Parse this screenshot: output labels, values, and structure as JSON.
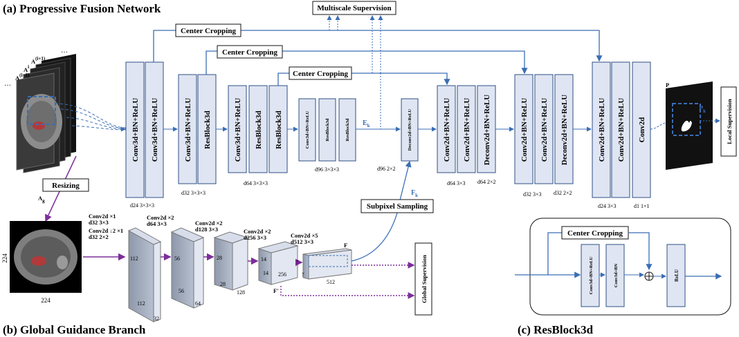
{
  "panels": {
    "a_title": "(a) Progressive Fusion Network",
    "b_title": "(b) Global Guidance Branch",
    "c_title": "(c) ResBlock3d"
  },
  "labels": {
    "multiscale": "Multiscale Supervision",
    "center_cropping": "Center Cropping",
    "resizing": "Resizing",
    "subpixel": "Subpixel Sampling",
    "local_sup": "Local Supervision",
    "global_sup": "Global Supervision",
    "ag": "A",
    "ag_sub": "g",
    "ai1": "A",
    "ai1_sup": "(i+1)",
    "ai": "A",
    "ai_sup": "i",
    "aim1": "A",
    "aim1_sup": "(i−1)",
    "ek": "E",
    "ek_sub": "k",
    "fk": "F",
    "fk_sub": "k",
    "p": "P",
    "pk": "P",
    "pk_sub": "k",
    "F": "F",
    "Fprime": "F′",
    "img_size_h": "224",
    "img_size_w": "224"
  },
  "encoder": {
    "conv_bn_relu": "Conv3d+BN+ReLU",
    "resblock": "ResBlock3d",
    "conv2d_bn_relu": "Conv2d+BN+ReLU",
    "deconv2d_bn_relu": "Deconv2d+BN+ReLU",
    "conv2d": "Conv2d",
    "d24": "d24 3×3×3",
    "d32": "d32 3×3×3",
    "d64": "d64 3×3×3",
    "d96": "d96 3×3×3",
    "d96_2": "d96 2×2",
    "d64_3": "d64 3×3",
    "d64_2": "d64 2×2",
    "d32_3": "d32 3×3",
    "d32_2": "d32 2×2",
    "d24_3": "d24 3×3",
    "d1": "d1 1×1"
  },
  "global_branch": {
    "g1a": "Conv2d ×1",
    "g1b": "d32 3×3",
    "g1c": "Conv2d ↓2 ×1",
    "g1d": "d32 2×2",
    "g2a": "Conv2d ×2",
    "g2b": "d64 3×3",
    "g3a": "Conv2d ×2",
    "g3b": "d128 3×3",
    "g4a": "Conv2d ×2",
    "g4b": "d256 3×3",
    "g5a": "Conv2d ×5",
    "g5b": "d512 3×3",
    "c1_h": "112",
    "c1_w": "112",
    "c1_d": "32",
    "c2_h": "56",
    "c2_w": "56",
    "c2_d": "64",
    "c3_h": "28",
    "c3_w": "28",
    "c3_d": "128",
    "c4_h": "14",
    "c4_w": "14",
    "c4_d": "256",
    "c5_h": "7",
    "c5_w": "7",
    "c5_d": "512"
  },
  "resblock": {
    "cc": "Center Cropping",
    "b1": "Conv3d+BN+ReLU",
    "b2": "Conv3d+BN",
    "b3": "ReLU"
  }
}
